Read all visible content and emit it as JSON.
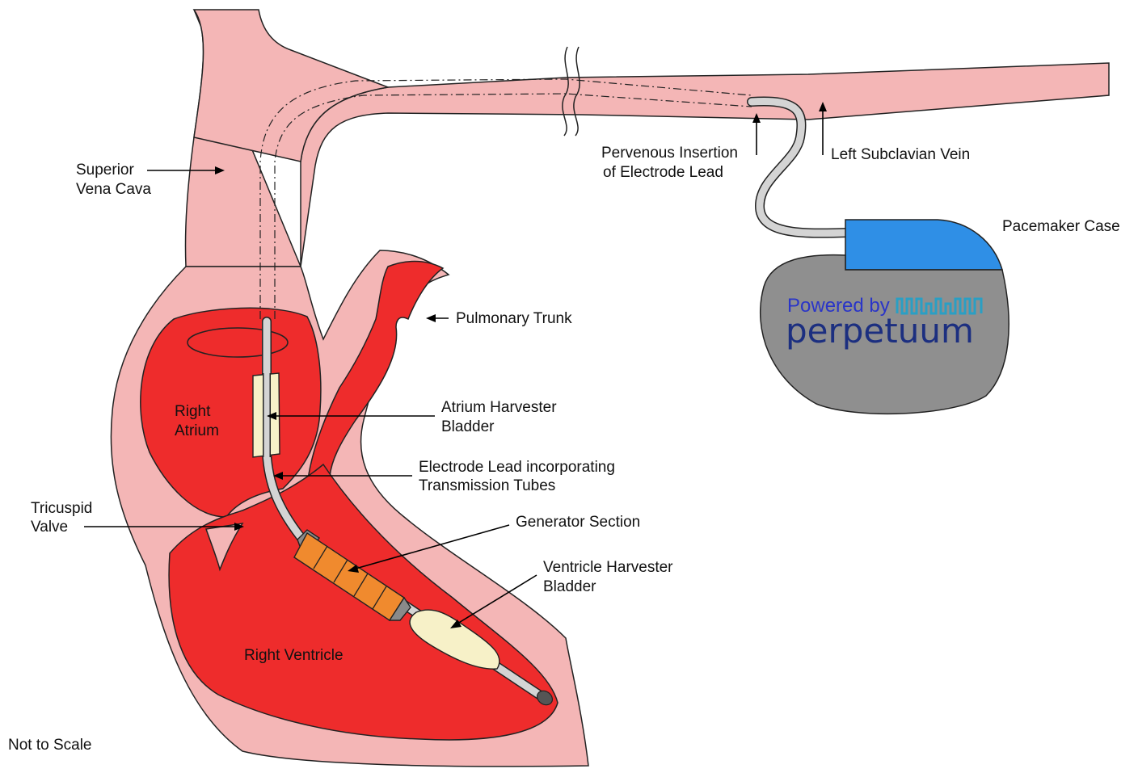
{
  "labels": {
    "svc_line1": "Superior",
    "svc_line2": "Vena Cava",
    "pervenous_line1": "Pervenous Insertion",
    "pervenous_line2": "of Electrode Lead",
    "subclavian": "Left Subclavian Vein",
    "pacemaker_case": "Pacemaker Case",
    "pulmonary_trunk": "Pulmonary Trunk",
    "right_atrium_line1": "Right",
    "right_atrium_line2": "Atrium",
    "atrium_harvester_line1": "Atrium Harvester",
    "atrium_harvester_line2": "Bladder",
    "electrode_lead_line1": "Electrode Lead incorporating",
    "electrode_lead_line2": "Transmission Tubes",
    "tricuspid_line1": "Tricuspid",
    "tricuspid_line2": "Valve",
    "generator_section": "Generator Section",
    "ventricle_harvester_line1": "Ventricle Harvester",
    "ventricle_harvester_line2": "Bladder",
    "right_ventricle": "Right Ventricle",
    "not_to_scale": "Not to Scale"
  },
  "logo": {
    "powered_by": "Powered by",
    "brand": "perpetuum"
  },
  "colors": {
    "vessel": "#f4b6b6",
    "chamber": "#ee2c2c",
    "lead": "#d4d4d4",
    "bladder": "#f7f1c8",
    "generator": "#f08a2e",
    "pacemaker_body": "#8f8f8f",
    "pacemaker_header": "#2f8fe6",
    "logo_blue": "#2a35c8",
    "logo_teal": "#2a9fc4",
    "logo_navy": "#1c2f80"
  }
}
